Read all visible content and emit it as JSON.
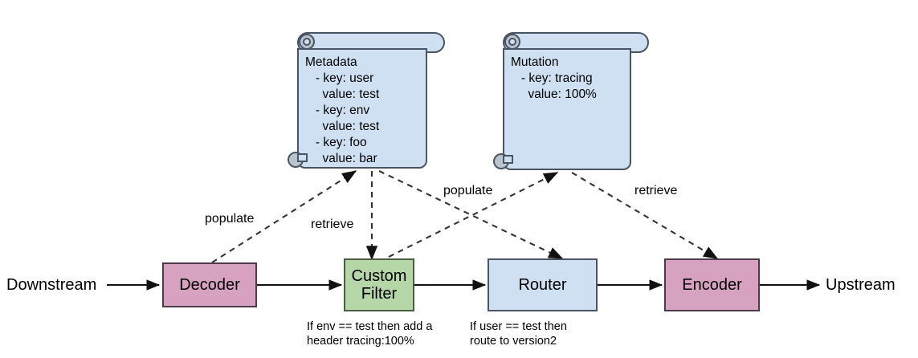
{
  "diagram": {
    "title": "Envoy filter chain with metadata and mutation scrolls",
    "colors": {
      "pink": "#d6a2c0",
      "green": "#b5d6a7",
      "blue": "#cfe0f3",
      "stroke": "#4a5563",
      "curl": "#b9c4cf",
      "background": "#ffffff"
    }
  },
  "endpoints": {
    "downstream": "Downstream",
    "upstream": "Upstream"
  },
  "nodes": [
    {
      "id": "decoder",
      "label": "Decoder",
      "color": "pink"
    },
    {
      "id": "custom-filter",
      "label": "Custom\nFilter",
      "color": "green"
    },
    {
      "id": "router",
      "label": "Router",
      "color": "blue"
    },
    {
      "id": "encoder",
      "label": "Encoder",
      "color": "pink"
    }
  ],
  "node_labels": {
    "decoder": "Decoder",
    "custom_filter_line1": "Custom",
    "custom_filter_line2": "Filter",
    "router": "Router",
    "encoder": "Encoder"
  },
  "scrolls": {
    "metadata": {
      "title": "Metadata",
      "entries": [
        {
          "key": "user",
          "value": "test"
        },
        {
          "key": "env",
          "value": "test"
        },
        {
          "key": "foo",
          "value": "bar"
        }
      ],
      "text": "Metadata\n   - key: user\n     value: test\n   - key: env\n     value: test\n   - key: foo\n     value: bar"
    },
    "mutation": {
      "title": "Mutation",
      "entries": [
        {
          "key": "tracing",
          "value": "100%"
        }
      ],
      "text": "Mutation\n   - key: tracing\n     value: 100%"
    }
  },
  "annotations": {
    "custom_filter": "If env == test then add a\nheader tracing:100%",
    "router": "If user == test then\nroute to version2"
  },
  "edge_labels": {
    "populate_metadata": "populate",
    "retrieve_metadata": "retrieve",
    "populate_mutation": "populate",
    "retrieve_mutation": "retrieve"
  }
}
